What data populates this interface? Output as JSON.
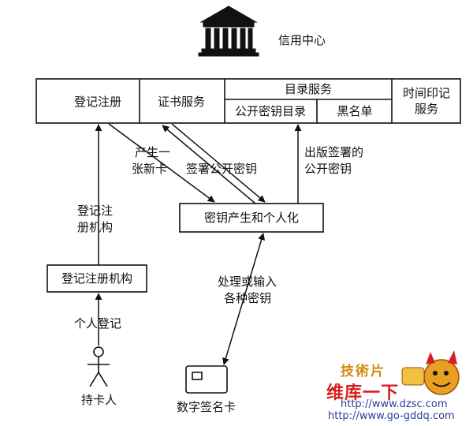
{
  "center": {
    "label": "信用中心",
    "icon": "bank-building-icon"
  },
  "services": {
    "registration": "登记注册",
    "certificate": "证书服务",
    "directory": "目录服务",
    "public_key_directory": "公开密钥目录",
    "blacklist": "黑名单",
    "timestamp": [
      "时间印记",
      "服务"
    ]
  },
  "nodes": {
    "key_generation": "密钥产生和个人化",
    "registration_agency": "登记注册机构",
    "cardholder": "持卡人",
    "smart_card": "数字签名卡"
  },
  "edges": {
    "new_card": [
      "产生一",
      "张新卡"
    ],
    "sign_public_key": "签署公开密钥",
    "publish_signed_key": [
      "出版签署的",
      "公开密钥"
    ],
    "registration_agency_edge": [
      "登记注",
      "册机构"
    ],
    "personal_registration": "个人登记",
    "process_keys": [
      "处理或输入",
      "各种密钥"
    ]
  },
  "watermark": {
    "logo": "技術片",
    "brand": "维库一下",
    "url": "http://www.dzsc.com",
    "url2": "http://www.go-gddq.com"
  },
  "colors": {
    "line": "#111111",
    "watermark_red": "#d42020",
    "watermark_blue": "#2a3f9a"
  }
}
